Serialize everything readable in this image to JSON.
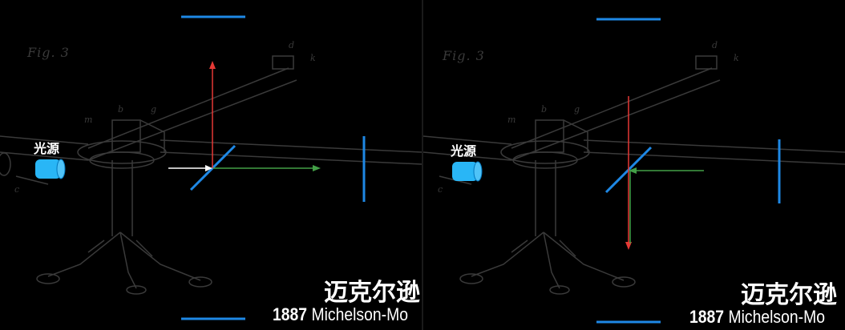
{
  "panels": [
    {
      "fig_label": "Fig. 3",
      "light_source": "光源",
      "title": "迈克尔逊",
      "year": "1887",
      "subtitle": "Michelson-Mo"
    },
    {
      "fig_label": "Fig. 3",
      "light_source": "光源",
      "title": "迈克尔逊",
      "year": "1887",
      "subtitle": "Michelson-Mo"
    }
  ],
  "colors": {
    "mirror": "#1e88e5",
    "light_source": "#29b6f6",
    "beam_red": "#e53935",
    "beam_green": "#43a047",
    "beam_white": "#ffffff",
    "sketch": "#3a3a3a"
  }
}
